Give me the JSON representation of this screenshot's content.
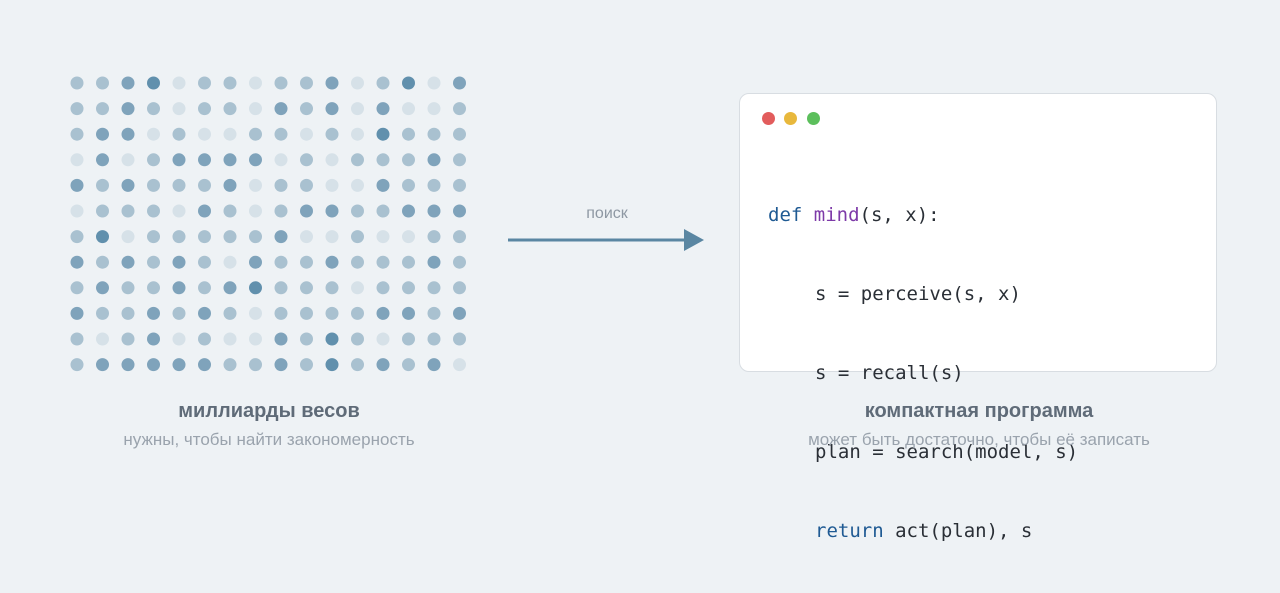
{
  "left_panel": {
    "grid": {
      "rows": 12,
      "cols": 16,
      "levels": [
        [
          1,
          1,
          2,
          3,
          0,
          1,
          1,
          0,
          1,
          1,
          2,
          0,
          1,
          3,
          0,
          2
        ],
        [
          1,
          1,
          2,
          1,
          0,
          1,
          1,
          0,
          2,
          1,
          2,
          0,
          2,
          0,
          0,
          1
        ],
        [
          1,
          2,
          2,
          0,
          1,
          0,
          0,
          1,
          1,
          0,
          1,
          0,
          3,
          1,
          1,
          1
        ],
        [
          0,
          2,
          0,
          1,
          2,
          2,
          2,
          2,
          0,
          1,
          0,
          1,
          1,
          1,
          2,
          1
        ],
        [
          2,
          1,
          2,
          1,
          1,
          1,
          2,
          0,
          1,
          1,
          0,
          0,
          2,
          1,
          1,
          1
        ],
        [
          0,
          1,
          1,
          1,
          0,
          2,
          1,
          0,
          1,
          2,
          2,
          1,
          1,
          2,
          2,
          2
        ],
        [
          1,
          3,
          0,
          1,
          1,
          1,
          1,
          1,
          2,
          0,
          0,
          1,
          0,
          0,
          1,
          1
        ],
        [
          2,
          1,
          2,
          1,
          2,
          1,
          0,
          2,
          1,
          1,
          2,
          1,
          1,
          1,
          2,
          1
        ],
        [
          1,
          2,
          1,
          1,
          2,
          1,
          2,
          3,
          1,
          1,
          1,
          0,
          1,
          1,
          1,
          1
        ],
        [
          2,
          1,
          1,
          2,
          1,
          2,
          1,
          0,
          1,
          1,
          1,
          1,
          2,
          2,
          1,
          2
        ],
        [
          1,
          0,
          1,
          2,
          0,
          1,
          0,
          0,
          2,
          1,
          3,
          1,
          0,
          1,
          1,
          1
        ],
        [
          1,
          2,
          2,
          2,
          2,
          2,
          1,
          1,
          2,
          1,
          3,
          1,
          2,
          1,
          2,
          0
        ]
      ],
      "palette": [
        "#d6e1e8",
        "#a9c1d0",
        "#7fa3bb",
        "#6190ad"
      ]
    },
    "title": "миллиарды весов",
    "subtitle": "нужны, чтобы найти закономерность"
  },
  "arrow": {
    "label": "поиск",
    "color": "#5a86a2"
  },
  "right_panel": {
    "code": {
      "line1": {
        "kw": "def",
        "fn": "mind",
        "rest": "(s, x):"
      },
      "line2": "s = perceive(s, x)",
      "line3": "s = recall(s)",
      "line4": "plan = search(model, s)",
      "line5": {
        "kw": "return",
        "rest": " act(plan), s"
      }
    },
    "title": "компактная программа",
    "subtitle": "может быть достаточно, чтобы её записать"
  }
}
